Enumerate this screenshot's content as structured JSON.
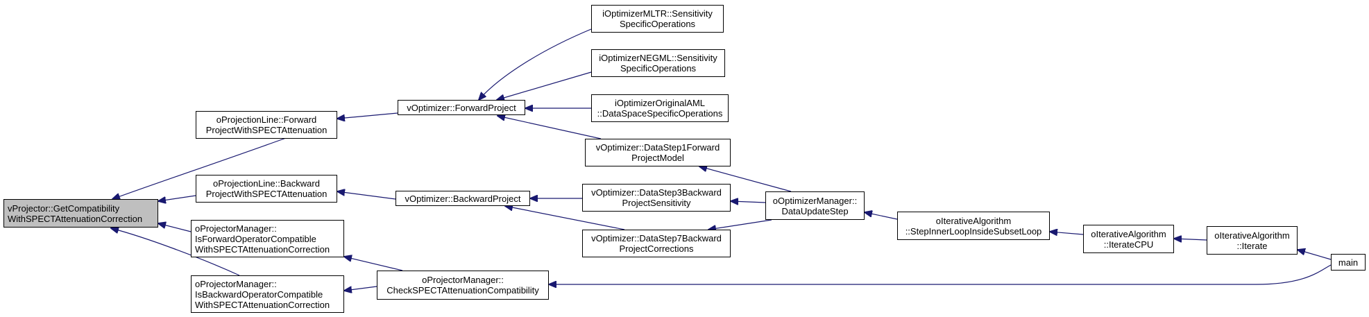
{
  "colors": {
    "edge": "#191970",
    "root_fill": "#bfbfbf",
    "node_fill": "#ffffff",
    "border": "#000000"
  },
  "nodes": {
    "root": {
      "line1": "vProjector::GetCompatibility",
      "line2": "WithSPECTAttenuationCorrection"
    },
    "pl_forward": {
      "line1": "oProjectionLine::Forward",
      "line2": "ProjectWithSPECTAttenuation"
    },
    "pl_backward": {
      "line1": "oProjectionLine::Backward",
      "line2": "ProjectWithSPECTAttenuation"
    },
    "pm_is_forward": {
      "line1": "oProjectorManager::",
      "line2": "IsForwardOperatorCompatible",
      "line3": "WithSPECTAttenuationCorrection"
    },
    "pm_is_backward": {
      "line1": "oProjectorManager::",
      "line2": "IsBackwardOperatorCompatible",
      "line3": "WithSPECTAttenuationCorrection"
    },
    "vopt_forward": {
      "line1": "vOptimizer::ForwardProject"
    },
    "vopt_backward": {
      "line1": "vOptimizer::BackwardProject"
    },
    "pm_check": {
      "line1": "oProjectorManager::",
      "line2": "CheckSPECTAttenuationCompatibility"
    },
    "mltr": {
      "line1": "iOptimizerMLTR::Sensitivity",
      "line2": "SpecificOperations"
    },
    "negml": {
      "line1": "iOptimizerNEGML::Sensitivity",
      "line2": "SpecificOperations"
    },
    "orig_aml": {
      "line1": "iOptimizerOriginalAML",
      "line2": "::DataSpaceSpecificOperations"
    },
    "step1": {
      "line1": "vOptimizer::DataStep1Forward",
      "line2": "ProjectModel"
    },
    "step3": {
      "line1": "vOptimizer::DataStep3Backward",
      "line2": "ProjectSensitivity"
    },
    "step7": {
      "line1": "vOptimizer::DataStep7Backward",
      "line2": "ProjectCorrections"
    },
    "data_update": {
      "line1": "oOptimizerManager::",
      "line2": "DataUpdateStep"
    },
    "step_inner": {
      "line1": "oIterativeAlgorithm",
      "line2": "::StepInnerLoopInsideSubsetLoop"
    },
    "iterate_cpu": {
      "line1": "oIterativeAlgorithm",
      "line2": "::IterateCPU"
    },
    "iterate": {
      "line1": "oIterativeAlgorithm",
      "line2": "::Iterate"
    },
    "main": {
      "line1": "main"
    }
  }
}
